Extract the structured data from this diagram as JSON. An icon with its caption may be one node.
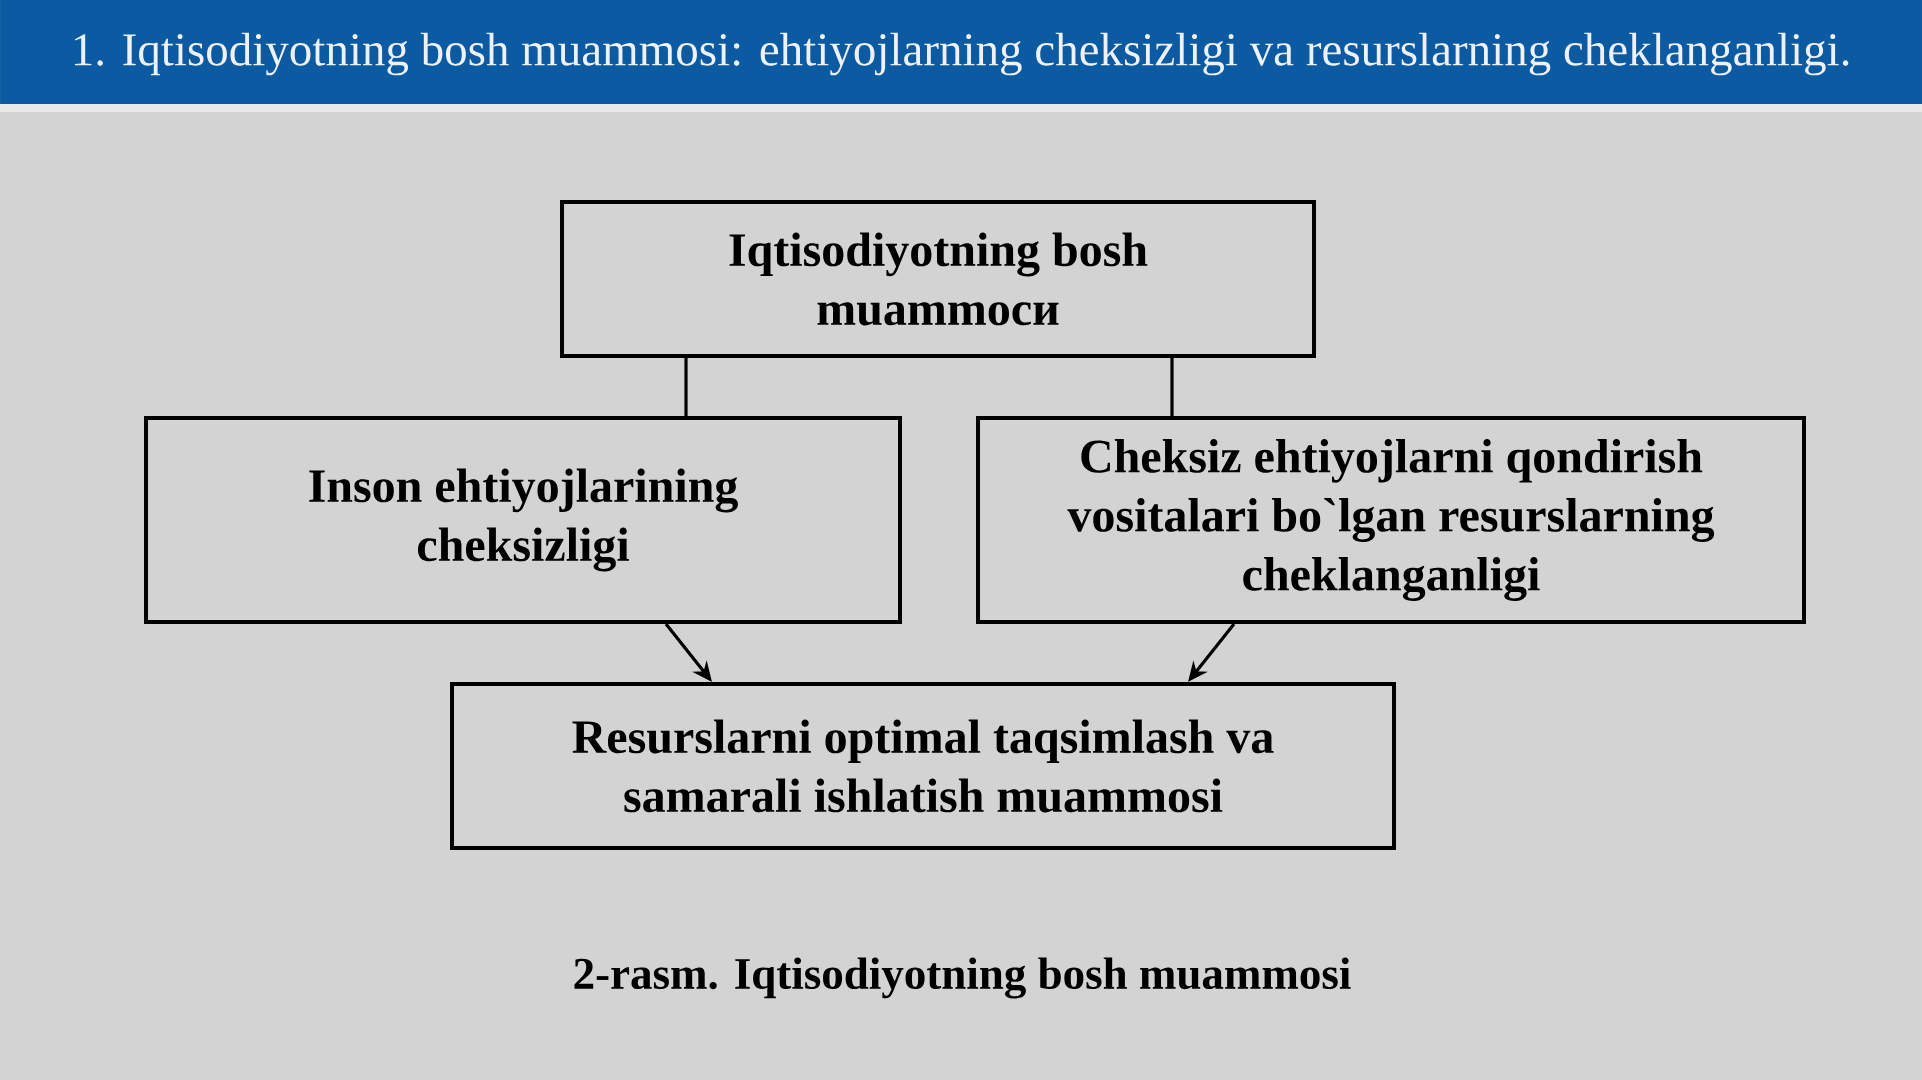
{
  "diagram": {
    "title": "1. Iqtisodiyotning bosh muammosi: ehtiyojlarning cheksizligi va resurslarning cheklanganligi.",
    "caption": "2-rasm. Iqtisodiyotning bosh muammosi",
    "nodes": [
      {
        "text": [
          "Iqtisodiyotning bosh muammoси"
        ]
      },
      {
        "text": [
          "Inson ehtiyojlarining cheksizligi"
        ]
      },
      {
        "text": [
          "Cheksiz ehtiyojlarni qondirish vositalari bo`lgan resurslarning cheklanganligi"
        ]
      },
      {
        "text": [
          "Resurslarni optimal taqsimlash va samarali ishlatish muammosi"
        ]
      }
    ],
    "edges": [
      {
        "from": 0,
        "to": 1,
        "arrow": "none"
      },
      {
        "from": 0,
        "to": 2,
        "arrow": "none"
      },
      {
        "from": 1,
        "to": 3,
        "arrow": "to"
      },
      {
        "from": 2,
        "to": 3,
        "arrow": "to"
      }
    ]
  }
}
